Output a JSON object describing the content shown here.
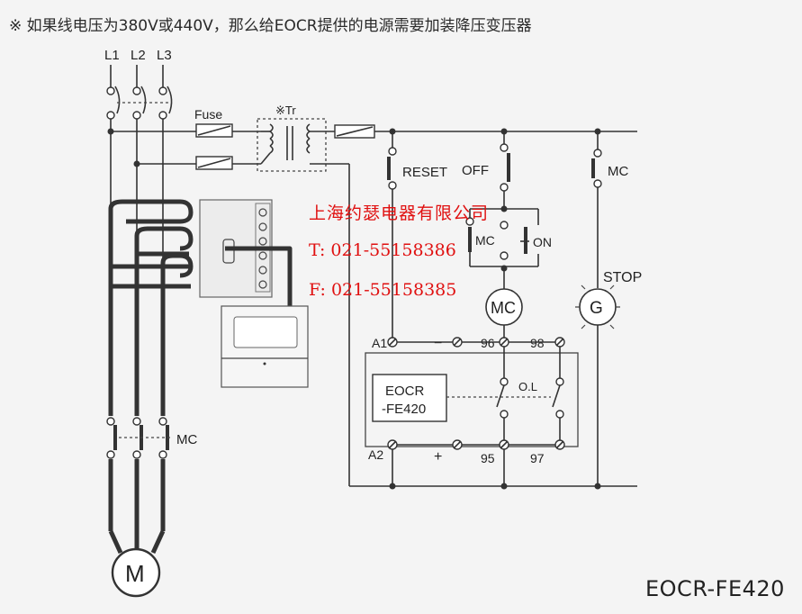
{
  "header": {
    "note": "※ 如果线电压为380V或440V，那么给EOCR提供的电源需要加装降压变压器"
  },
  "footer": {
    "model": "EOCR-FE420"
  },
  "watermark": {
    "company": "上海约瑟电器有限公司",
    "tel": "T:  021-55158386",
    "fax": "F:  021-55158385"
  },
  "labels": {
    "l1": "L1",
    "l2": "L2",
    "l3": "L3",
    "fuse": "Fuse",
    "transformer": "※Tr",
    "reset": "RESET",
    "off": "OFF",
    "on": "ON",
    "mc_coil": "MC",
    "mc_aux": "MC",
    "mc_hold": "MC",
    "mc_main": "MC",
    "stop": "STOP",
    "lamp": "G",
    "motor": "M",
    "a1": "A1",
    "a2": "A2",
    "minus": "−",
    "plus": "+",
    "t96": "96",
    "t98": "98",
    "t95": "95",
    "t97": "97",
    "ol": "O.L",
    "eocr_line1": "EOCR",
    "eocr_line2": "-FE420"
  },
  "colors": {
    "watermark": "#e01010",
    "wire": "#333333",
    "background": "#f4f4f4"
  }
}
